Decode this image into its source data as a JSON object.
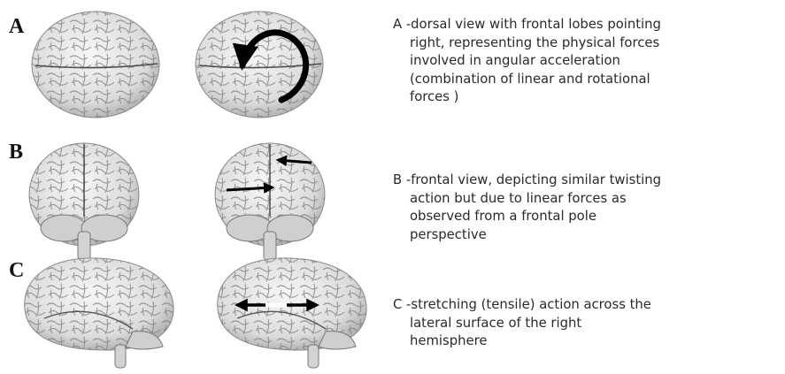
{
  "panels": [
    {
      "letter": "A",
      "caption_first": "A -dorsal view with frontal lobes pointing",
      "caption_lines": [
        "right, representing the physical forces",
        "involved in angular acceleration",
        "(combination of linear and rotational",
        "forces )"
      ],
      "view": "dorsal",
      "force_icon": "rotation-arrow-icon"
    },
    {
      "letter": "B",
      "caption_first": "B -frontal view, depicting similar twisting",
      "caption_lines": [
        "action but due to linear forces as",
        "observed from a frontal pole",
        "perspective"
      ],
      "view": "frontal",
      "force_icon": "opposing-arrows-icon"
    },
    {
      "letter": "C",
      "caption_first": "C -stretching (tensile) action across the",
      "caption_lines": [
        "lateral surface of the right",
        "hemisphere"
      ],
      "view": "lateral",
      "force_icon": "tensile-arrows-icon"
    }
  ],
  "colors": {
    "brain_fill": "#ececec",
    "brain_shade": "#bdbdbd",
    "gyri_line": "#7d7d7d",
    "arrow": "#000000",
    "text": "#2a2a2a"
  }
}
